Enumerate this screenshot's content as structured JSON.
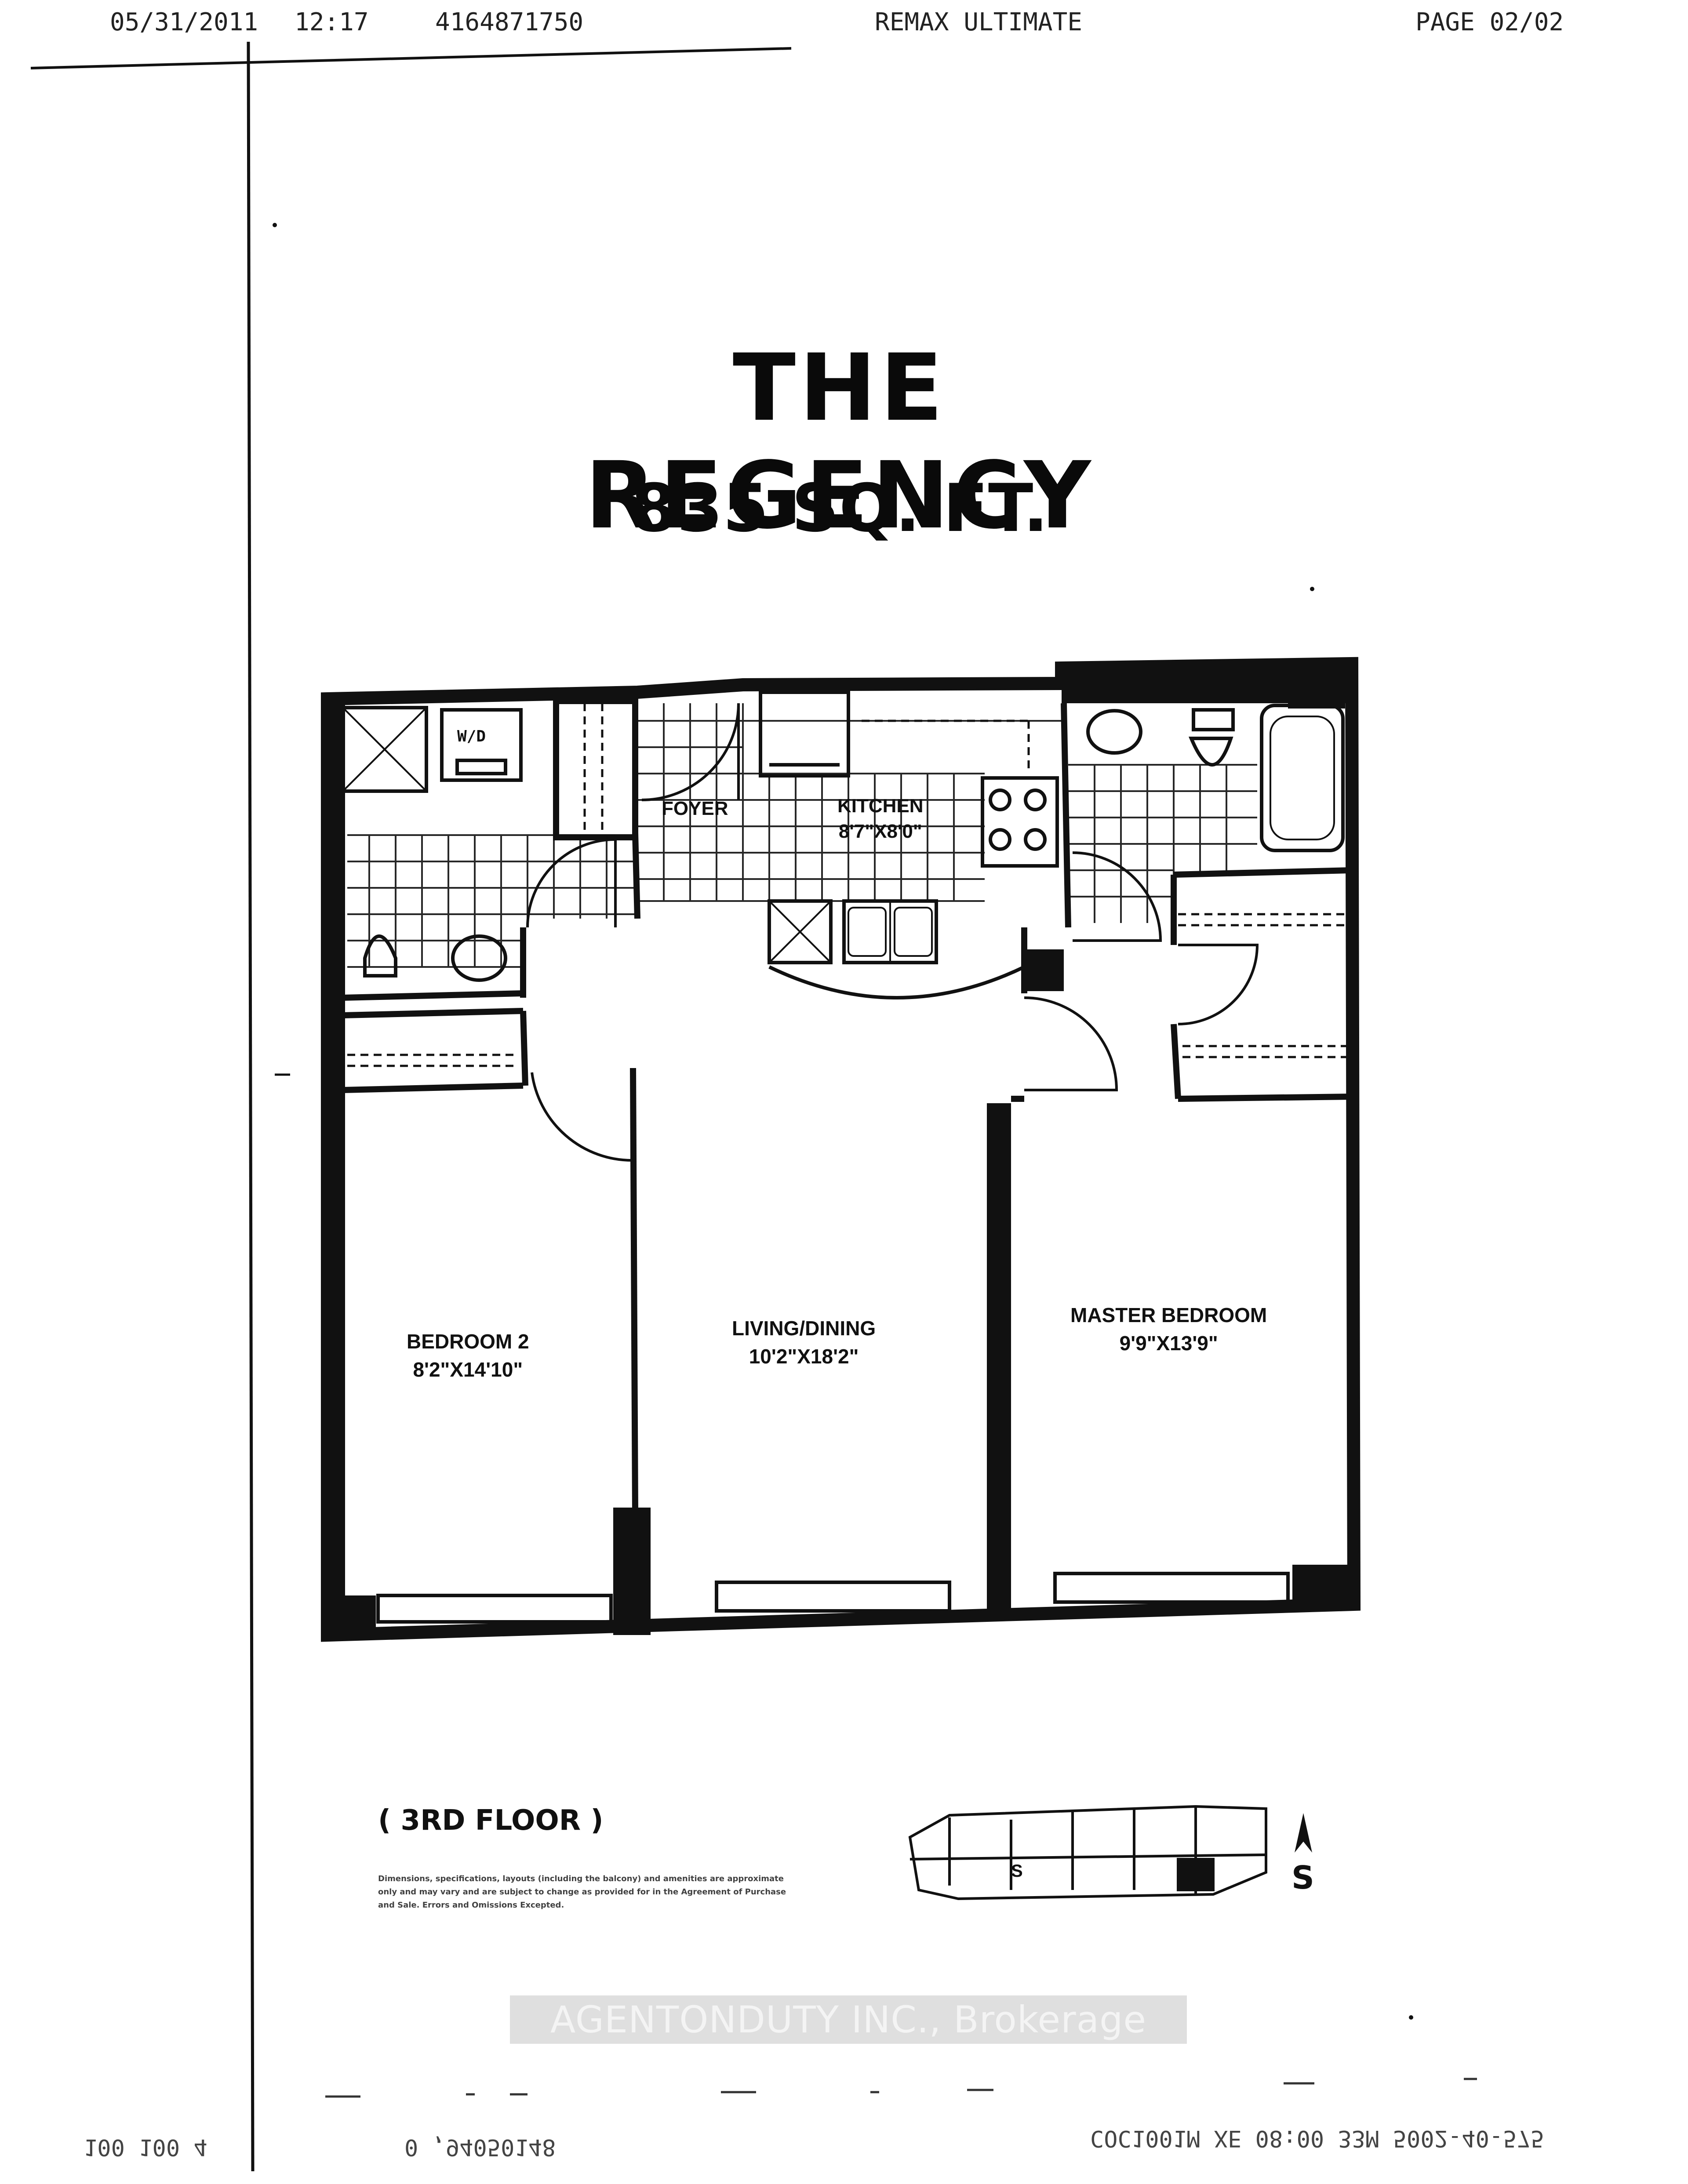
{
  "fax_header": {
    "date": "05/31/2011",
    "time": "12:17",
    "phone": "4164871750",
    "sender": "REMAX ULTIMATE",
    "page": "PAGE  02/02"
  },
  "title": "THE REGENCY",
  "area": "835 SQ. FT.",
  "rooms": [
    {
      "name": "W/D",
      "dims": ""
    },
    {
      "name": "FOYER",
      "dims": ""
    },
    {
      "name": "KITCHEN",
      "dims": "8'7\"X8'0\""
    },
    {
      "name": "BEDROOM 2",
      "dims": "8'2\"X14'10\""
    },
    {
      "name": "LIVING/DINING",
      "dims": "10'2\"X18'2\""
    },
    {
      "name": "MASTER BEDROOM",
      "dims": "9'9\"X13'9\""
    }
  ],
  "floor": "( 3RD FLOOR )",
  "compass_label": "S",
  "key_plan_labels": [
    "S"
  ],
  "disclaimer": "Dimensions, specifications, layouts (including the balcony) and amenities are approximate only and may vary and are subject to change as provided for in the Agreement of Purchase and Sale. Errors and Omissions Excepted.",
  "watermark": "AGENTONDUTY INC., Brokerage",
  "fax_footer": {
    "left": "100 100 4",
    "middle": "0 ,94050148",
    "right": "COC1001M   XE 08:00  33M  5002-40-575"
  }
}
